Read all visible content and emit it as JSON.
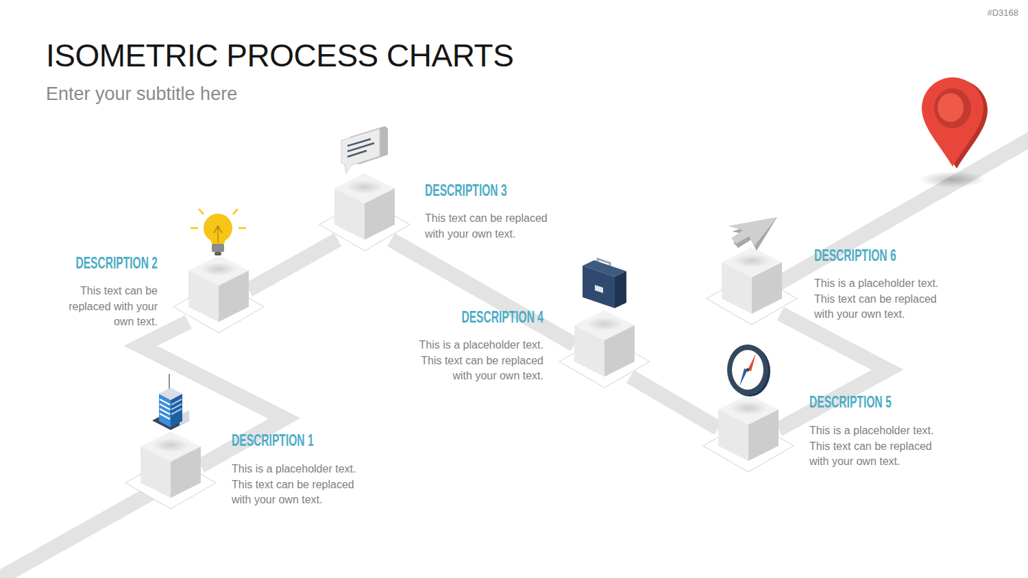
{
  "diagram": {
    "title": "ISOMETRIC PROCESS CHARTS",
    "nodes": [
      {
        "text": [
          "DESCRIPTION 1",
          "This is a placeholder text. This text can be replaced with your own text."
        ]
      },
      {
        "text": [
          "DESCRIPTION 2",
          "This text can be replaced with your own text."
        ]
      },
      {
        "text": [
          "DESCRIPTION 3",
          "This text can be replaced with your own text."
        ]
      },
      {
        "text": [
          "DESCRIPTION 4",
          "This is a placeholder text. This text can be replaced with your own text."
        ]
      },
      {
        "text": [
          "DESCRIPTION 5",
          "This is a placeholder text. This text can be replaced with your own text."
        ]
      },
      {
        "text": [
          "DESCRIPTION 6",
          "This is a placeholder text. This text can be replaced with your own text."
        ]
      }
    ],
    "edges": [
      {
        "from": 0,
        "to": 1,
        "arrow": "none"
      },
      {
        "from": 1,
        "to": 2,
        "arrow": "none"
      },
      {
        "from": 2,
        "to": 3,
        "arrow": "none"
      },
      {
        "from": 3,
        "to": 4,
        "arrow": "none"
      },
      {
        "from": 4,
        "to": 5,
        "arrow": "none"
      }
    ],
    "labels": [
      "Enter your subtitle here",
      "#D3168"
    ]
  }
}
